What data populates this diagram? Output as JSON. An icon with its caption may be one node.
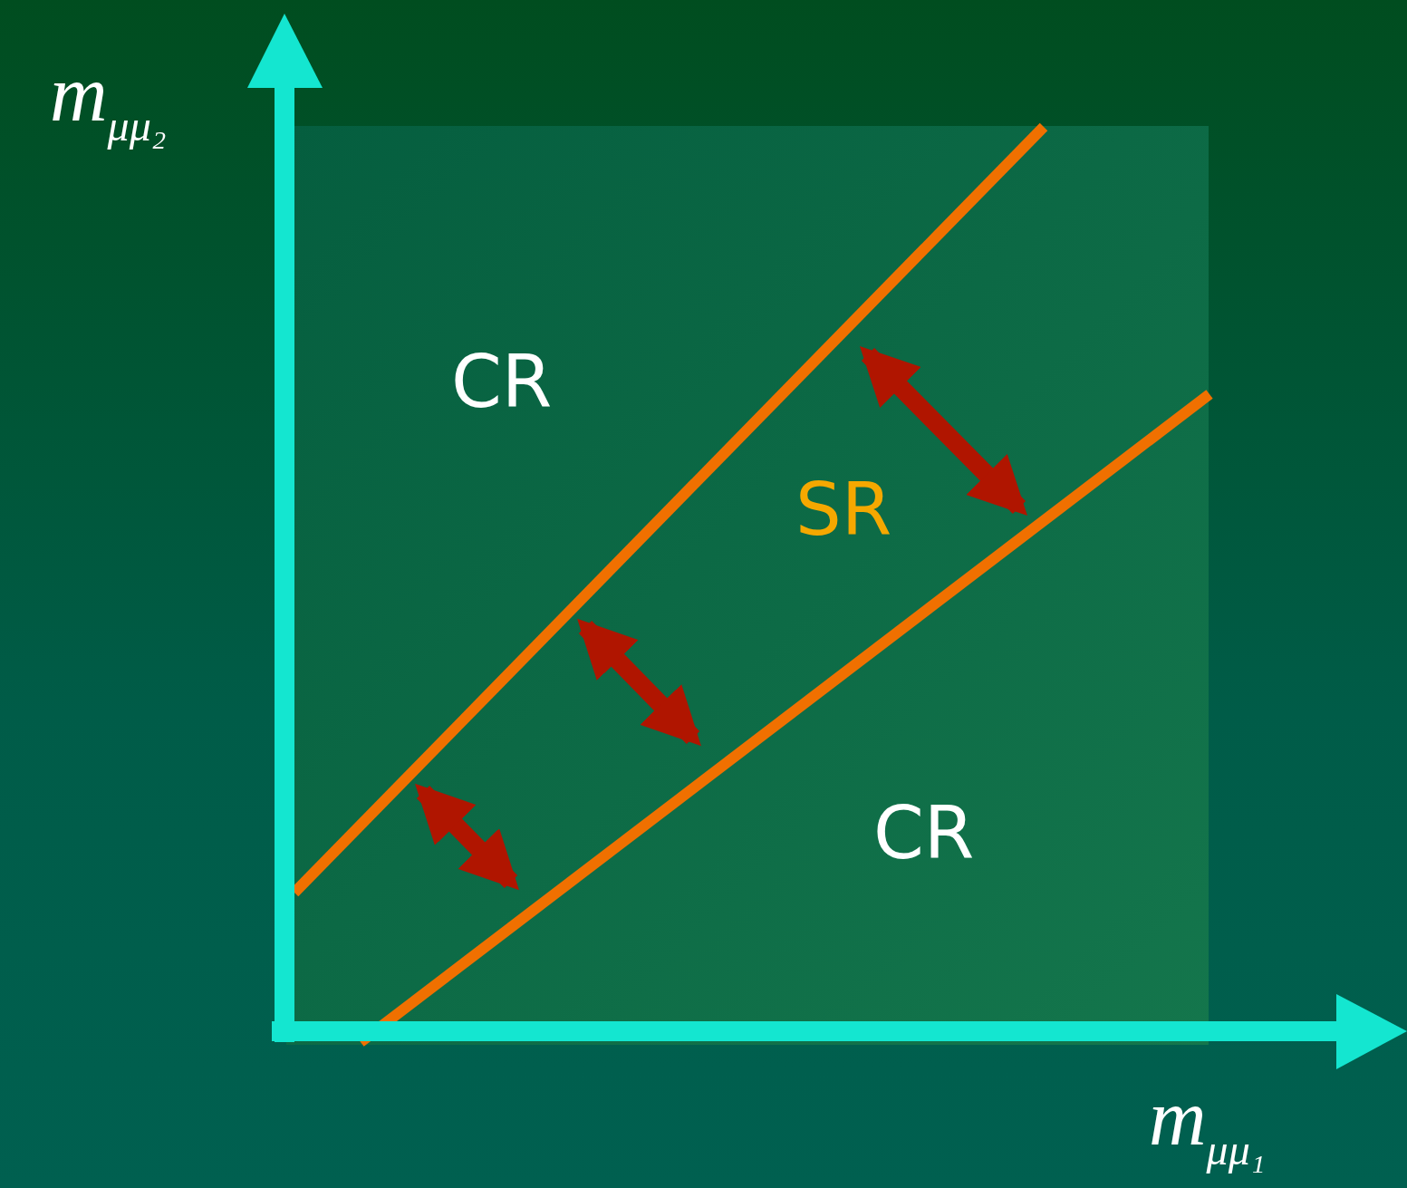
{
  "diagram": {
    "labels": [
      "m$_{μμ₂}$",
      "CR",
      "SR",
      "CR",
      "m$_{μμ₁}$"
    ]
  }
}
